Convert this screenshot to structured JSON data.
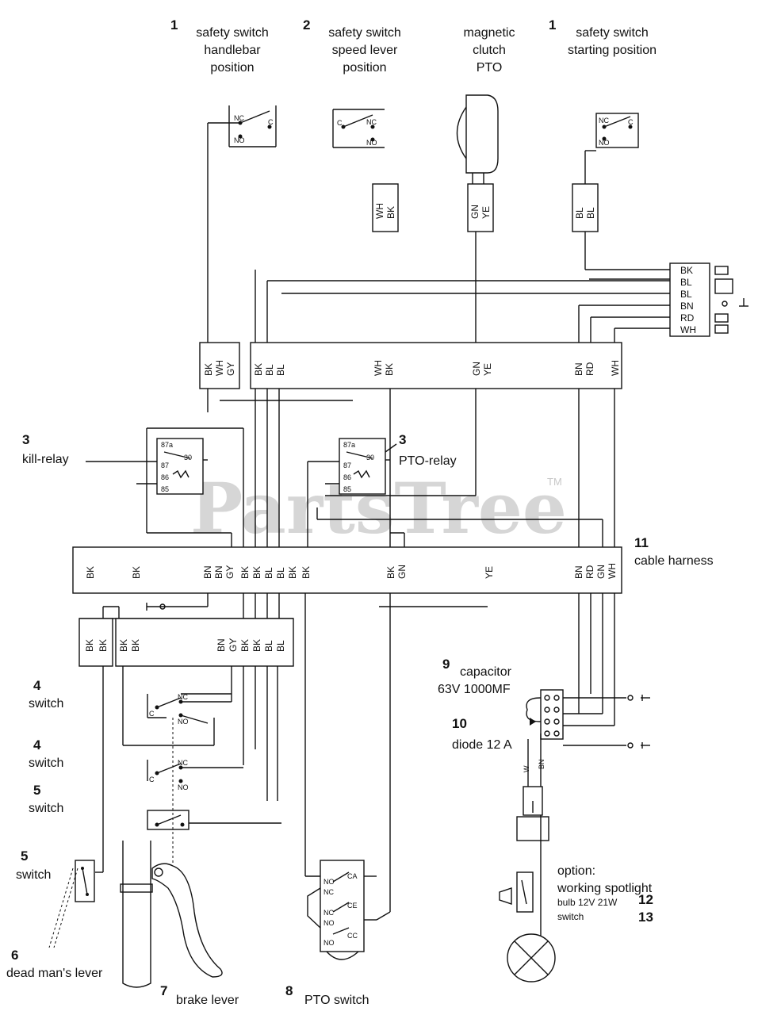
{
  "watermark": {
    "text": "PartsTree",
    "tm": "TM"
  },
  "components": {
    "c1a": {
      "num": "1",
      "lines": [
        "safety switch",
        "handlebar",
        "position"
      ]
    },
    "c2": {
      "num": "2",
      "lines": [
        "safety switch",
        "speed lever",
        "position"
      ]
    },
    "clutch": {
      "lines": [
        "magnetic",
        "clutch",
        "PTO"
      ]
    },
    "c1b": {
      "num": "1",
      "lines": [
        "safety switch",
        "starting position"
      ]
    },
    "kill": {
      "num": "3",
      "label": "kill-relay"
    },
    "pto_relay": {
      "num": "3",
      "label": "PTO-relay"
    },
    "harness": {
      "num": "11",
      "label": "cable harness"
    },
    "capacitor": {
      "num": "9",
      "lines": [
        "capacitor",
        "63V 1000MF"
      ]
    },
    "diode": {
      "num": "10",
      "label": "diode 12 A"
    },
    "sw4a": {
      "num": "4",
      "label": "switch"
    },
    "sw4b": {
      "num": "4",
      "label": "switch"
    },
    "sw5a": {
      "num": "5",
      "label": "switch"
    },
    "sw5b": {
      "num": "5",
      "label": "switch"
    },
    "deadman": {
      "num": "6",
      "label": "dead man's lever"
    },
    "brake": {
      "num": "7",
      "label": "brake lever"
    },
    "pto_switch": {
      "num": "8",
      "label": "PTO switch"
    },
    "option": {
      "title": "option:",
      "line1": "working spotlight",
      "bulb": "bulb 12V 21W",
      "num12": "12",
      "switch": "switch",
      "num13": "13"
    }
  },
  "connectors": {
    "wh_bk": [
      "WH",
      "BK"
    ],
    "gn_ye": [
      "GN",
      "YE"
    ],
    "bl_bl": [
      "BL",
      "BL"
    ],
    "side_plug": [
      "BK",
      "BL",
      "BL",
      "BN",
      "RD",
      "WH"
    ],
    "upper_left": [
      "BK",
      "WH",
      "GY"
    ],
    "upper_main": [
      "BK",
      "BL",
      "BL",
      "WH",
      "BK",
      "GN",
      "YE",
      "BN",
      "RD",
      "WH"
    ],
    "harness": [
      "BK",
      "BK",
      "BN",
      "BN",
      "GY",
      "BK",
      "BK",
      "BL",
      "BL",
      "BK",
      "BK",
      "BK",
      "GN",
      "YE",
      "BN",
      "RD",
      "GN",
      "WH"
    ],
    "lower_left": [
      "BK",
      "BK"
    ],
    "lower_main": [
      "BK",
      "BK",
      "BN",
      "GY",
      "BK",
      "BK",
      "BL",
      "BL"
    ],
    "spot": [
      "W",
      "BN"
    ]
  },
  "pins": {
    "nc": "NC",
    "no": "NO",
    "c": "C",
    "r87a": "87a",
    "r87": "87",
    "r30": "30",
    "r86": "86",
    "r85": "85",
    "ca": "CA",
    "ce": "CE",
    "cc": "CC"
  }
}
